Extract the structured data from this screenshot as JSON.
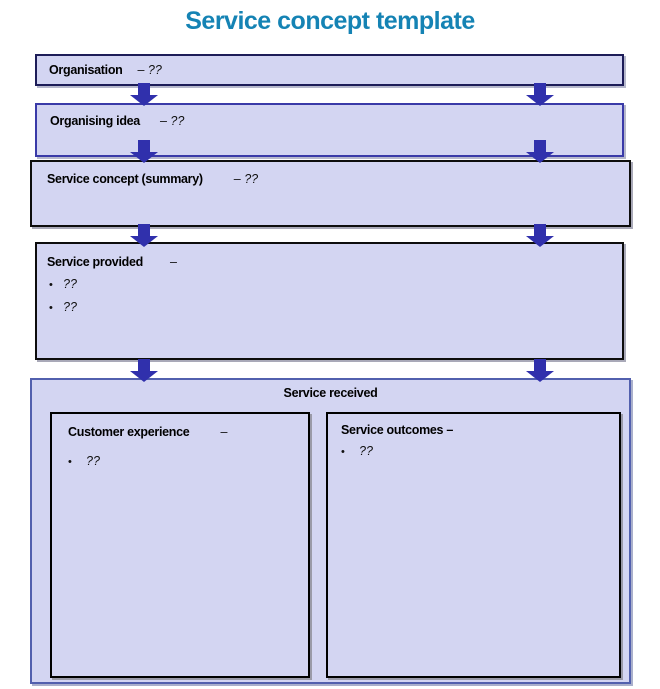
{
  "title": "Service concept template",
  "colors": {
    "title": "#1583b4",
    "box_fill": "#d3d5f2",
    "arrow": "#3030ac",
    "inner_border": "#000000",
    "outer_border_navy": "#1d1d58",
    "outer_border_blue": "#3a3aa8"
  },
  "glyphs": {
    "bullet": "•",
    "down_arrow": "down-arrow"
  },
  "boxes": {
    "organisation": {
      "heading": "Organisation",
      "annotation": "– ??"
    },
    "organising_idea": {
      "heading": "Organising idea",
      "annotation": "– ??"
    },
    "service_concept": {
      "heading": "Service concept (summary)",
      "annotation": "– ??"
    },
    "service_provided": {
      "heading": "Service provided",
      "annotation": "–",
      "bullets": [
        "??",
        "??"
      ]
    },
    "service_received": {
      "heading": "Service received",
      "customer_experience": {
        "heading": "Customer experience",
        "annotation": "–",
        "bullets": [
          "??"
        ]
      },
      "service_outcomes": {
        "heading": "Service outcomes –",
        "bullets": [
          "??"
        ]
      }
    }
  }
}
